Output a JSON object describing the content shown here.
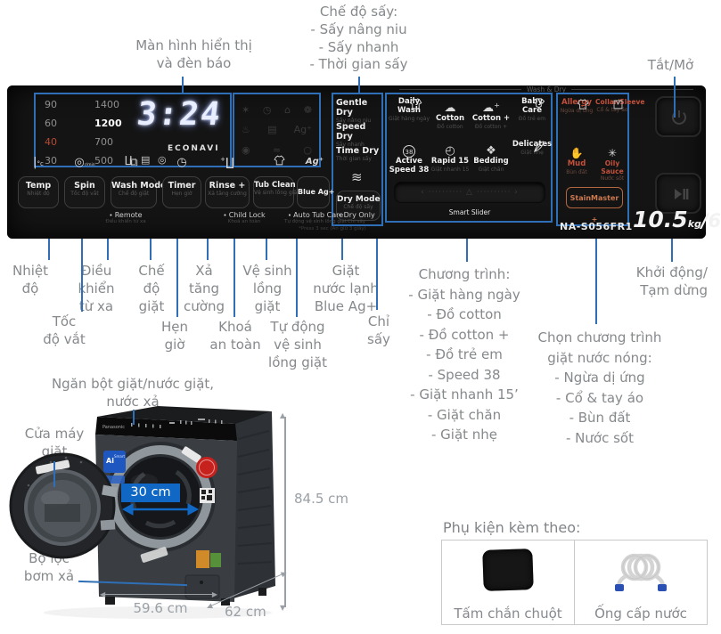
{
  "annotations": {
    "display": "Màn hình hiển thị\nvà đèn báo",
    "dry_modes": "Chế độ sấy:\n- Sấy nâng niu\n- Sấy nhanh\n- Thời gian sấy",
    "power": "Tắt/Mở",
    "temp": "Nhiệt\nđộ",
    "spin": "Tốc\nđộ vắt",
    "remote": "Điều\nkhiển\ntừ xa",
    "wash_mode": "Chế\nđộ\ngiặt",
    "timer": "Hẹn\ngiờ",
    "rinse": "Xả\ntăng\ncường",
    "child_lock": "Khoá\nan toàn",
    "tub_clean": "Vệ sinh\nlồng\ngiặt",
    "auto_tub_care": "Tự động\nvệ sinh\nlồng giặt",
    "blue_ag": "Giặt\nnước lạnh\nBlue Ag+",
    "dry_only": "Chỉ\nsấy",
    "programs": "Chương trình:\n- Giặt hàng ngày\n- Đồ cotton\n- Đồ cotton +\n- Đồ trẻ em\n- Speed 38\n- Giặt nhanh 15’\n- Giặt chăn\n- Giặt nhẹ",
    "hot_wash": "Chọn chương trình\ngiặt nước nóng:\n- Ngừa dị ứng\n- Cổ & tay áo\n- Bùn đất\n- Nước sốt",
    "start_pause": "Khởi động/\nTạm dừng",
    "detergent_drawer": "Ngăn bột giặt/nước giặt,\nnước xả",
    "door": "Cửa máy\ngiặt",
    "drain_filter": "Bộ lọc\nbơm xả"
  },
  "panel": {
    "display": {
      "time": "3:24",
      "temps": [
        "90",
        "60",
        "40",
        "30"
      ],
      "speeds": [
        "1400",
        "1200",
        "700",
        "500"
      ],
      "brand_mode": "ECONAVI",
      "status_icons": [
        "wash-tub-icon",
        "cool-wash-icon",
        "spin-swirl-icon"
      ]
    },
    "dry_options": [
      {
        "label": "Gentle Dry",
        "sub": "Sấy nâng niu"
      },
      {
        "label": "Speed Dry",
        "sub": "Sấy nhanh"
      },
      {
        "label": "Time Dry",
        "sub": "Thời gian sấy"
      }
    ],
    "wash_dry_header": "Wash & Dry",
    "programs": [
      {
        "label": "Daily Wash",
        "sub": "Giặt hàng ngày",
        "icon": "tshirt-icon"
      },
      {
        "label": "Cotton",
        "sub": "Đồ cotton",
        "icon": "cotton-icon"
      },
      {
        "label": "Cotton +",
        "sub": "Đồ cotton +",
        "icon": "cotton-plus-icon"
      },
      {
        "label": "Baby Care",
        "sub": "Đồ trẻ em",
        "icon": "baby-suit-icon"
      },
      {
        "label": "Active\nSpeed 38",
        "sub": "",
        "icon": "speed-38-icon"
      },
      {
        "label": "Rapid 15",
        "sub": "Giặt nhanh 15",
        "icon": "stopwatch-icon"
      },
      {
        "label": "Bedding",
        "sub": "Giặt chăn",
        "icon": "blanket-icon"
      },
      {
        "label": "Delicates",
        "sub": "Giặt nhẹ",
        "icon": "feather-icon"
      }
    ],
    "hot_programs": [
      {
        "label": "Allergy",
        "sub": "Ngừa dị ứng",
        "icon": "tshirt-sparkle-icon"
      },
      {
        "label": "Collar/Sleeve",
        "sub": "Cổ & tay áo",
        "icon": "collar-icon"
      },
      {
        "label": "Mud",
        "sub": "Bùn đất",
        "icon": "hand-icon"
      },
      {
        "label": "Oily Sauce",
        "sub": "Nước sốt",
        "icon": "splat-icon"
      }
    ],
    "stainmaster": "StainMaster +",
    "smart_slider": "Smart Slider",
    "buttons": [
      {
        "label": "Temp",
        "sub": "Nhiệt độ",
        "icon": "thermometer-icon"
      },
      {
        "label": "Spin",
        "sub": "Tốc độ vắt",
        "icon": "spin-icon"
      },
      {
        "label": "Wash Mode",
        "sub": "Chế độ giặt",
        "icon": "layers-icon"
      },
      {
        "label": "Timer",
        "sub": "Hẹn giờ",
        "icon": "clock-icon"
      },
      {
        "label": "Rinse +",
        "sub": "Xả tăng cường",
        "icon": "rinse-plus-icon"
      },
      {
        "label": "Tub Clean",
        "sub": "Vệ sinh lồng giặt",
        "icon": "tub-clean-icon"
      },
      {
        "label": "Blue Ag+",
        "sub": "",
        "icon": "ag-plus-icon"
      },
      {
        "label": "Dry Mode",
        "sub": "Chế độ sấy",
        "icon": "dry-waves-icon"
      }
    ],
    "secondary": [
      {
        "label": "Remote",
        "sub": "Điều khiển từ xa",
        "icon": "phone-icon"
      },
      {
        "label": "Child Lock",
        "sub": "Khoá an toàn",
        "icon": "child-icon"
      },
      {
        "label": "Auto Tub Care",
        "sub": "Tự động vệ sinh lồng giặt",
        "icon": "auto-tub-icon"
      },
      {
        "label": "Dry Only",
        "sub": "Chỉ sấy",
        "icon": ""
      }
    ],
    "footnote": "*Press 3 sec (Ấn giữ 3 giây)",
    "spin_unit": "r/min",
    "temp_unit": "°c",
    "model": "NA-S056FR1",
    "capacity": {
      "wash": "10.5",
      "unit": "kg",
      "dry": "/6"
    }
  },
  "machine": {
    "brand": "Panasonic",
    "badge_ai": "Ai",
    "badge_ai_sub": "Smart",
    "drum_width": "30 cm",
    "height": "84.5 cm",
    "width": "59.6 cm",
    "depth": "62 cm"
  },
  "accessories": {
    "title": "Phụ kiện kèm theo:",
    "items": [
      {
        "label": "Tấm chắn chuột",
        "icon": "mat-icon"
      },
      {
        "label": "Ống cấp nước",
        "icon": "hose-icon"
      }
    ]
  },
  "colors": {
    "accent_blue": "#2e6fb7",
    "panel_black": "#141414",
    "hot_red": "#c2503a",
    "led": "#e8edff"
  }
}
